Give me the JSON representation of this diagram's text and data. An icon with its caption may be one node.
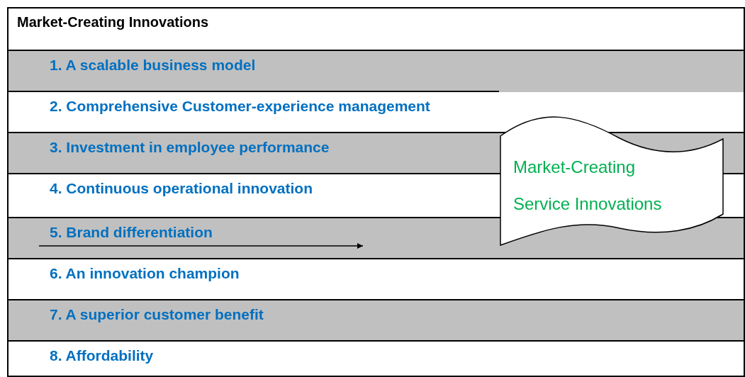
{
  "diagram": {
    "nodes": [
      {
        "text": [
          "Market-Creating Innovations"
        ]
      },
      {
        "text": [
          "1. A scalable business model"
        ]
      },
      {
        "text": [
          "2. Comprehensive Customer-experience management"
        ]
      },
      {
        "text": [
          "3. Investment in employee performance"
        ]
      },
      {
        "text": [
          "4. Continuous operational innovation"
        ]
      },
      {
        "text": [
          "5. Brand differentiation"
        ]
      },
      {
        "text": [
          "6. An innovation champion"
        ]
      },
      {
        "text": [
          "7. A superior customer benefit"
        ]
      },
      {
        "text": [
          "8. Affordability"
        ]
      },
      {
        "text": [
          "Market-Creating Service Innovations"
        ]
      }
    ]
  }
}
